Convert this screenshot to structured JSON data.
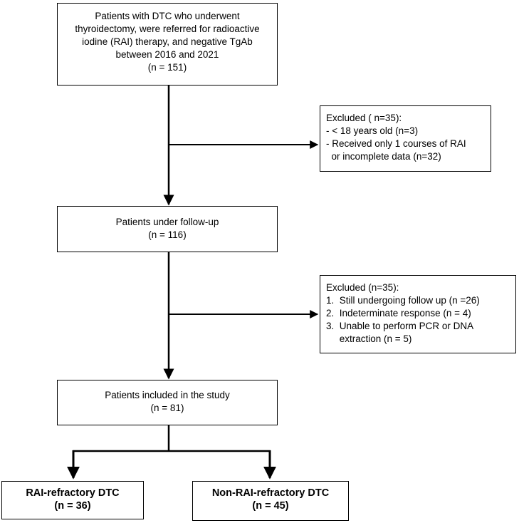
{
  "boxes": {
    "top": {
      "lines": [
        "Patients with DTC who underwent",
        "thyroidectomy, were referred for radioactive",
        "iodine (RAI) therapy, and negative TgAb",
        "between 2016 and 2021",
        "(n = 151)"
      ]
    },
    "excluded1": {
      "lines": [
        "Excluded ( n=35):",
        "- < 18 years old (n=3)",
        "- Received only 1 courses of RAI",
        "  or incomplete data (n=32)"
      ]
    },
    "followup": {
      "lines": [
        "Patients under follow-up",
        "(n = 116)"
      ]
    },
    "excluded2": {
      "lines": [
        "Excluded (n=35):",
        "1.  Still undergoing follow up (n =26)",
        "2.  Indeterminate response (n = 4)",
        "3.  Unable to perform PCR or DNA",
        "     extraction (n = 5)"
      ]
    },
    "included": {
      "lines": [
        "Patients included in the study",
        "(n = 81)"
      ]
    },
    "rai_refractory": {
      "lines": [
        "RAI-refractory DTC",
        "(n = 36)"
      ]
    },
    "non_rai_refractory": {
      "lines": [
        "Non-RAI-refractory DTC",
        "(n = 45)"
      ]
    }
  }
}
